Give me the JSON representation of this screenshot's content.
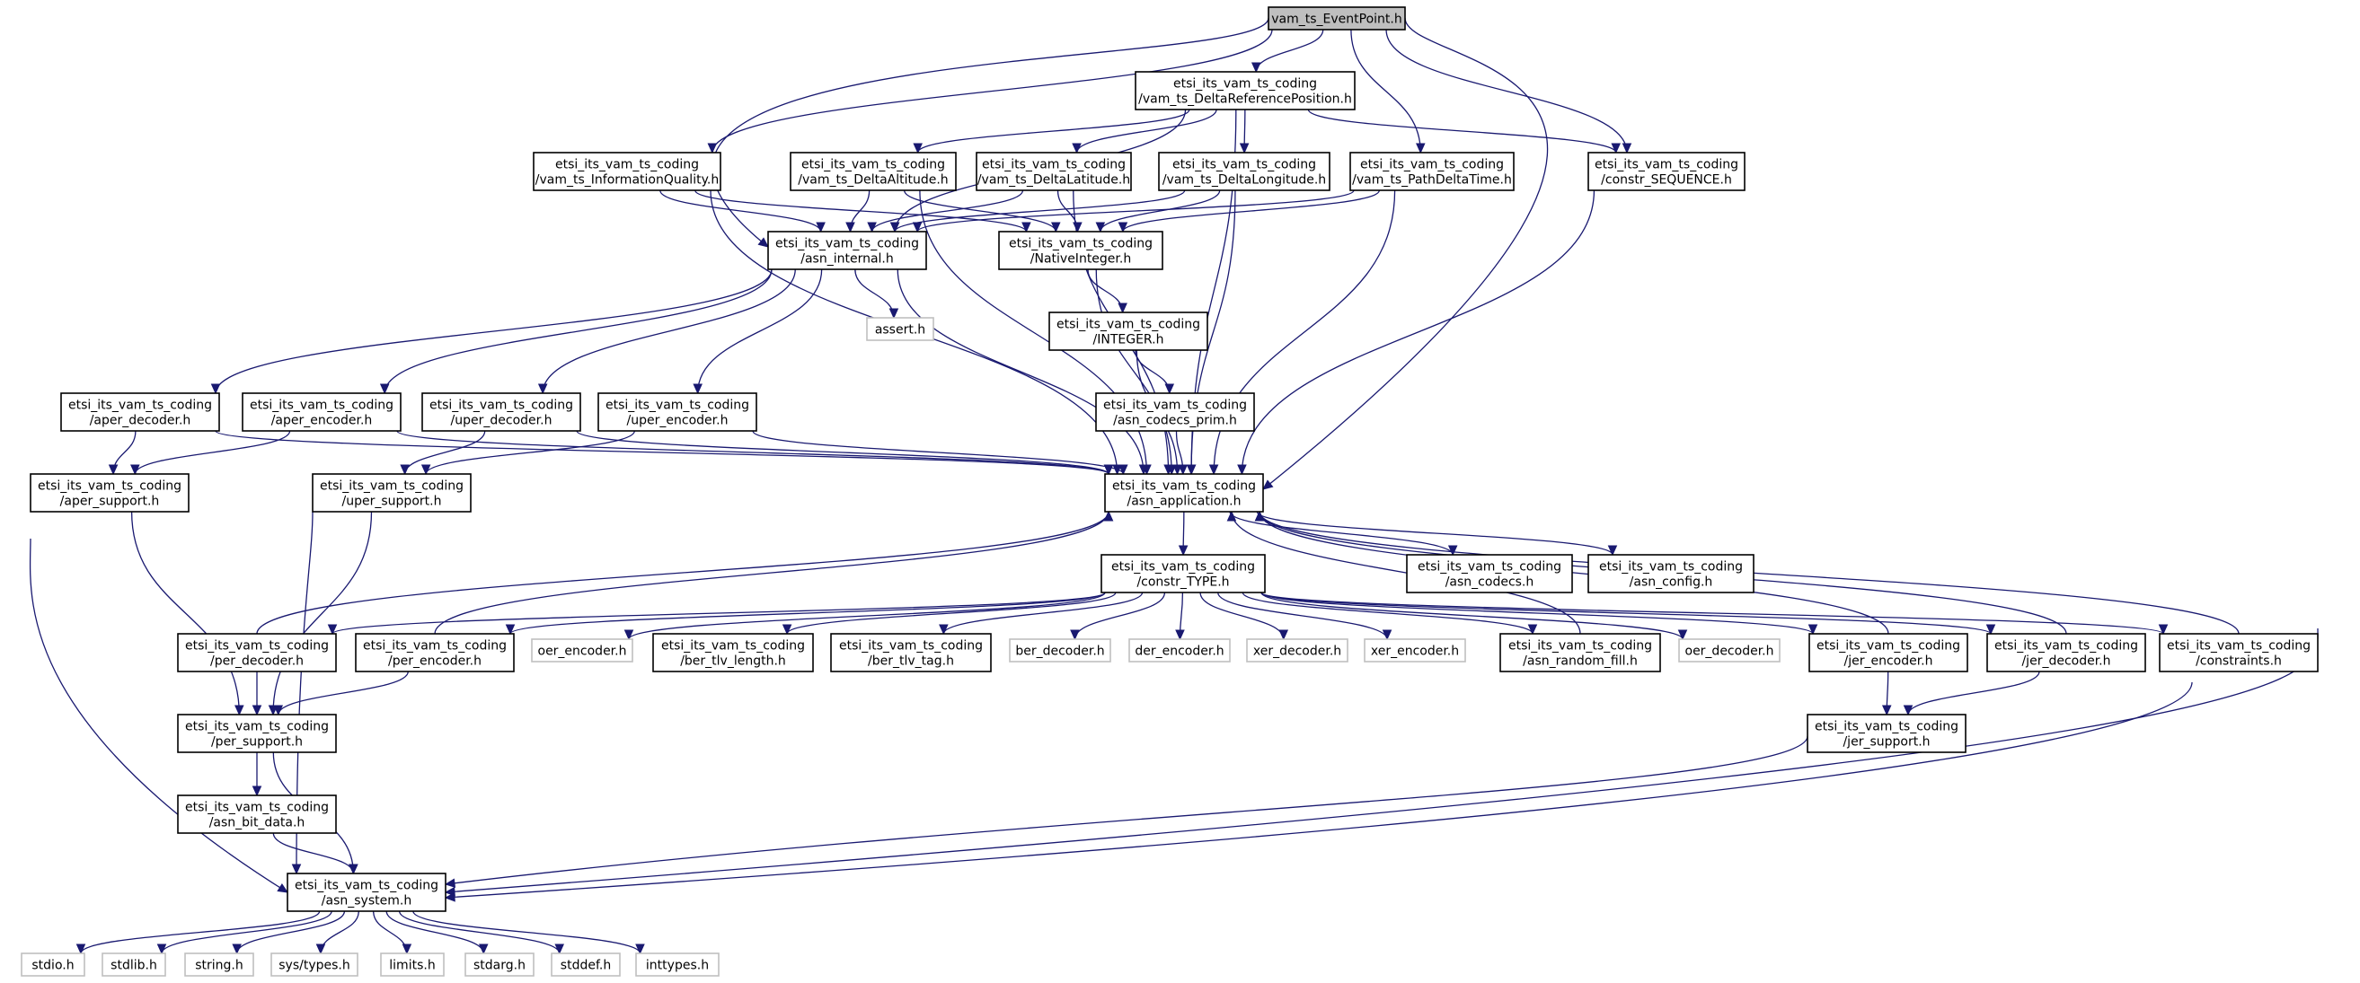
{
  "nodes": [
    {
      "id": "root",
      "lines": [
        "vam_ts_EventPoint.h"
      ]
    },
    {
      "id": "delta_ref_pos",
      "lines": [
        "etsi_its_vam_ts_coding",
        "/vam_ts_DeltaReferencePosition.h"
      ]
    },
    {
      "id": "info_quality",
      "lines": [
        "etsi_its_vam_ts_coding",
        "/vam_ts_InformationQuality.h"
      ]
    },
    {
      "id": "delta_altitude",
      "lines": [
        "etsi_its_vam_ts_coding",
        "/vam_ts_DeltaAltitude.h"
      ]
    },
    {
      "id": "delta_latitude",
      "lines": [
        "etsi_its_vam_ts_coding",
        "/vam_ts_DeltaLatitude.h"
      ]
    },
    {
      "id": "delta_longitude",
      "lines": [
        "etsi_its_vam_ts_coding",
        "/vam_ts_DeltaLongitude.h"
      ]
    },
    {
      "id": "path_delta_time",
      "lines": [
        "etsi_its_vam_ts_coding",
        "/vam_ts_PathDeltaTime.h"
      ]
    },
    {
      "id": "constr_sequence",
      "lines": [
        "etsi_its_vam_ts_coding",
        "/constr_SEQUENCE.h"
      ]
    },
    {
      "id": "asn_internal",
      "lines": [
        "etsi_its_vam_ts_coding",
        "/asn_internal.h"
      ]
    },
    {
      "id": "native_integer",
      "lines": [
        "etsi_its_vam_ts_coding",
        "/NativeInteger.h"
      ]
    },
    {
      "id": "assert",
      "lines": [
        "assert.h"
      ]
    },
    {
      "id": "integer",
      "lines": [
        "etsi_its_vam_ts_coding",
        "/INTEGER.h"
      ]
    },
    {
      "id": "aper_decoder",
      "lines": [
        "etsi_its_vam_ts_coding",
        "/aper_decoder.h"
      ]
    },
    {
      "id": "aper_encoder",
      "lines": [
        "etsi_its_vam_ts_coding",
        "/aper_encoder.h"
      ]
    },
    {
      "id": "uper_decoder",
      "lines": [
        "etsi_its_vam_ts_coding",
        "/uper_decoder.h"
      ]
    },
    {
      "id": "uper_encoder",
      "lines": [
        "etsi_its_vam_ts_coding",
        "/uper_encoder.h"
      ]
    },
    {
      "id": "asn_codecs_prim",
      "lines": [
        "etsi_its_vam_ts_coding",
        "/asn_codecs_prim.h"
      ]
    },
    {
      "id": "aper_support",
      "lines": [
        "etsi_its_vam_ts_coding",
        "/aper_support.h"
      ]
    },
    {
      "id": "uper_support",
      "lines": [
        "etsi_its_vam_ts_coding",
        "/uper_support.h"
      ]
    },
    {
      "id": "asn_application",
      "lines": [
        "etsi_its_vam_ts_coding",
        "/asn_application.h"
      ]
    },
    {
      "id": "constr_type",
      "lines": [
        "etsi_its_vam_ts_coding",
        "/constr_TYPE.h"
      ]
    },
    {
      "id": "asn_codecs",
      "lines": [
        "etsi_its_vam_ts_coding",
        "/asn_codecs.h"
      ]
    },
    {
      "id": "asn_config",
      "lines": [
        "etsi_its_vam_ts_coding",
        "/asn_config.h"
      ]
    },
    {
      "id": "per_decoder",
      "lines": [
        "etsi_its_vam_ts_coding",
        "/per_decoder.h"
      ]
    },
    {
      "id": "per_encoder",
      "lines": [
        "etsi_its_vam_ts_coding",
        "/per_encoder.h"
      ]
    },
    {
      "id": "oer_encoder",
      "lines": [
        "oer_encoder.h"
      ]
    },
    {
      "id": "ber_tlv_length",
      "lines": [
        "etsi_its_vam_ts_coding",
        "/ber_tlv_length.h"
      ]
    },
    {
      "id": "ber_tlv_tag",
      "lines": [
        "etsi_its_vam_ts_coding",
        "/ber_tlv_tag.h"
      ]
    },
    {
      "id": "ber_decoder",
      "lines": [
        "ber_decoder.h"
      ]
    },
    {
      "id": "der_encoder",
      "lines": [
        "der_encoder.h"
      ]
    },
    {
      "id": "xer_decoder",
      "lines": [
        "xer_decoder.h"
      ]
    },
    {
      "id": "xer_encoder",
      "lines": [
        "xer_encoder.h"
      ]
    },
    {
      "id": "asn_random_fill",
      "lines": [
        "etsi_its_vam_ts_coding",
        "/asn_random_fill.h"
      ]
    },
    {
      "id": "oer_decoder",
      "lines": [
        "oer_decoder.h"
      ]
    },
    {
      "id": "jer_encoder",
      "lines": [
        "etsi_its_vam_ts_coding",
        "/jer_encoder.h"
      ]
    },
    {
      "id": "jer_decoder",
      "lines": [
        "etsi_its_vam_ts_coding",
        "/jer_decoder.h"
      ]
    },
    {
      "id": "constraints",
      "lines": [
        "etsi_its_vam_ts_coding",
        "/constraints.h"
      ]
    },
    {
      "id": "per_support",
      "lines": [
        "etsi_its_vam_ts_coding",
        "/per_support.h"
      ]
    },
    {
      "id": "jer_support",
      "lines": [
        "etsi_its_vam_ts_coding",
        "/jer_support.h"
      ]
    },
    {
      "id": "asn_bit_data",
      "lines": [
        "etsi_its_vam_ts_coding",
        "/asn_bit_data.h"
      ]
    },
    {
      "id": "asn_system",
      "lines": [
        "etsi_its_vam_ts_coding",
        "/asn_system.h"
      ]
    },
    {
      "id": "stdio",
      "lines": [
        "stdio.h"
      ]
    },
    {
      "id": "stdlib",
      "lines": [
        "stdlib.h"
      ]
    },
    {
      "id": "string",
      "lines": [
        "string.h"
      ]
    },
    {
      "id": "sys_types",
      "lines": [
        "sys/types.h"
      ]
    },
    {
      "id": "limits",
      "lines": [
        "limits.h"
      ]
    },
    {
      "id": "stdarg",
      "lines": [
        "stdarg.h"
      ]
    },
    {
      "id": "stddef",
      "lines": [
        "stddef.h"
      ]
    },
    {
      "id": "inttypes",
      "lines": [
        "inttypes.h"
      ]
    }
  ],
  "edges": [
    [
      "root",
      "delta_ref_pos"
    ],
    [
      "root",
      "info_quality"
    ],
    [
      "root",
      "asn_internal"
    ],
    [
      "root",
      "path_delta_time"
    ],
    [
      "root",
      "constr_sequence"
    ],
    [
      "root",
      "asn_application"
    ],
    [
      "delta_ref_pos",
      "delta_altitude"
    ],
    [
      "delta_ref_pos",
      "delta_latitude"
    ],
    [
      "delta_ref_pos",
      "delta_longitude"
    ],
    [
      "delta_ref_pos",
      "constr_sequence"
    ],
    [
      "delta_ref_pos",
      "asn_internal"
    ],
    [
      "delta_ref_pos",
      "asn_application"
    ],
    [
      "info_quality",
      "asn_internal"
    ],
    [
      "info_quality",
      "native_integer"
    ],
    [
      "info_quality",
      "asn_application"
    ],
    [
      "delta_altitude",
      "asn_internal"
    ],
    [
      "delta_altitude",
      "native_integer"
    ],
    [
      "delta_altitude",
      "asn_application"
    ],
    [
      "delta_latitude",
      "asn_internal"
    ],
    [
      "delta_latitude",
      "native_integer"
    ],
    [
      "delta_latitude",
      "asn_application"
    ],
    [
      "delta_longitude",
      "asn_internal"
    ],
    [
      "delta_longitude",
      "native_integer"
    ],
    [
      "delta_longitude",
      "asn_application"
    ],
    [
      "path_delta_time",
      "asn_internal"
    ],
    [
      "path_delta_time",
      "native_integer"
    ],
    [
      "path_delta_time",
      "asn_application"
    ],
    [
      "constr_sequence",
      "asn_application"
    ],
    [
      "asn_internal",
      "assert"
    ],
    [
      "asn_internal",
      "aper_decoder"
    ],
    [
      "asn_internal",
      "aper_encoder"
    ],
    [
      "asn_internal",
      "uper_decoder"
    ],
    [
      "asn_internal",
      "uper_encoder"
    ],
    [
      "asn_internal",
      "asn_application"
    ],
    [
      "native_integer",
      "integer"
    ],
    [
      "native_integer",
      "asn_application"
    ],
    [
      "integer",
      "asn_codecs_prim"
    ],
    [
      "integer",
      "asn_application"
    ],
    [
      "asn_codecs_prim",
      "asn_application"
    ],
    [
      "aper_decoder",
      "aper_support"
    ],
    [
      "aper_decoder",
      "asn_application"
    ],
    [
      "aper_encoder",
      "aper_support"
    ],
    [
      "aper_encoder",
      "asn_application"
    ],
    [
      "uper_decoder",
      "uper_support"
    ],
    [
      "uper_decoder",
      "asn_application"
    ],
    [
      "uper_encoder",
      "uper_support"
    ],
    [
      "uper_encoder",
      "asn_application"
    ],
    [
      "aper_support",
      "per_support"
    ],
    [
      "aper_support",
      "asn_system"
    ],
    [
      "uper_support",
      "per_support"
    ],
    [
      "uper_support",
      "asn_system"
    ],
    [
      "asn_application",
      "constr_type"
    ],
    [
      "asn_application",
      "asn_codecs"
    ],
    [
      "asn_application",
      "asn_config"
    ],
    [
      "asn_application",
      "asn_system"
    ],
    [
      "constr_type",
      "per_decoder"
    ],
    [
      "constr_type",
      "per_encoder"
    ],
    [
      "constr_type",
      "oer_encoder"
    ],
    [
      "constr_type",
      "ber_tlv_length"
    ],
    [
      "constr_type",
      "ber_tlv_tag"
    ],
    [
      "constr_type",
      "ber_decoder"
    ],
    [
      "constr_type",
      "der_encoder"
    ],
    [
      "constr_type",
      "xer_decoder"
    ],
    [
      "constr_type",
      "xer_encoder"
    ],
    [
      "constr_type",
      "asn_random_fill"
    ],
    [
      "constr_type",
      "oer_decoder"
    ],
    [
      "constr_type",
      "jer_encoder"
    ],
    [
      "constr_type",
      "jer_decoder"
    ],
    [
      "constr_type",
      "constraints"
    ],
    [
      "per_decoder",
      "asn_application"
    ],
    [
      "per_decoder",
      "per_support"
    ],
    [
      "per_encoder",
      "asn_application"
    ],
    [
      "per_encoder",
      "per_support"
    ],
    [
      "asn_random_fill",
      "asn_application"
    ],
    [
      "jer_encoder",
      "asn_application"
    ],
    [
      "jer_encoder",
      "jer_support"
    ],
    [
      "jer_decoder",
      "asn_application"
    ],
    [
      "jer_decoder",
      "jer_support"
    ],
    [
      "constraints",
      "asn_application"
    ],
    [
      "constraints",
      "asn_system"
    ],
    [
      "per_support",
      "asn_bit_data"
    ],
    [
      "per_support",
      "asn_system"
    ],
    [
      "jer_support",
      "asn_system"
    ],
    [
      "asn_bit_data",
      "asn_system"
    ],
    [
      "asn_system",
      "stdio"
    ],
    [
      "asn_system",
      "stdlib"
    ],
    [
      "asn_system",
      "string"
    ],
    [
      "asn_system",
      "sys_types"
    ],
    [
      "asn_system",
      "limits"
    ],
    [
      "asn_system",
      "stdarg"
    ],
    [
      "asn_system",
      "stddef"
    ],
    [
      "asn_system",
      "inttypes"
    ]
  ],
  "colors": {
    "edge": "#191970",
    "node_border": "#000000",
    "system_border": "#bfbfbf",
    "root_fill": "#bfbfbf"
  }
}
